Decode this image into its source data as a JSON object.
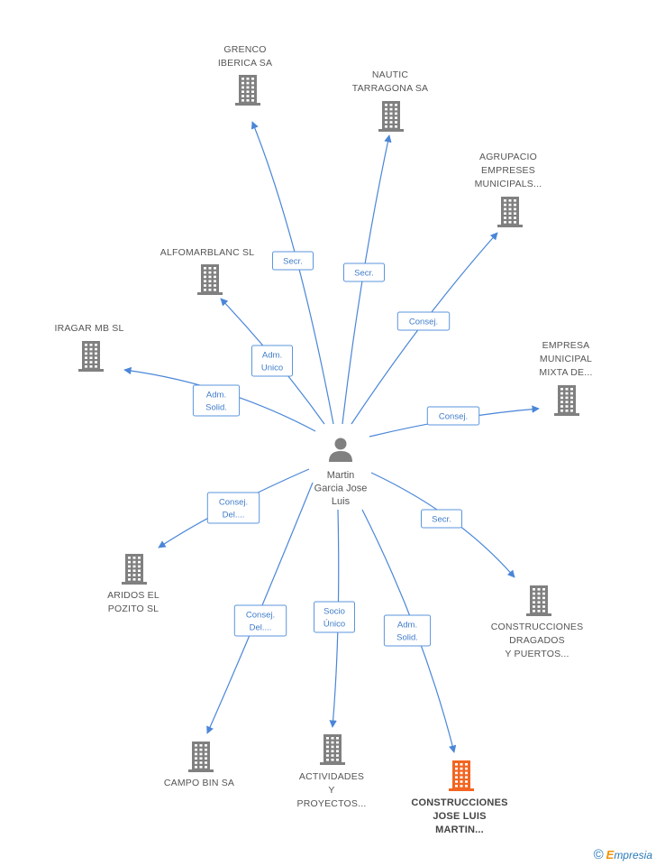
{
  "center": {
    "name_lines": [
      "Martin",
      "Garcia Jose",
      "Luis"
    ],
    "icon": "person-icon"
  },
  "nodes": [
    {
      "id": "grenco",
      "label_lines": [
        "GRENCO",
        "IBERICA SA"
      ],
      "icon": "building-icon",
      "highlight": false
    },
    {
      "id": "nautic",
      "label_lines": [
        "NAUTIC",
        "TARRAGONA SA"
      ],
      "icon": "building-icon",
      "highlight": false
    },
    {
      "id": "agrupacio",
      "label_lines": [
        "AGRUPACIO",
        "EMPRESES",
        "MUNICIPALS..."
      ],
      "icon": "building-icon",
      "highlight": false
    },
    {
      "id": "alfomarblanc",
      "label_lines": [
        "ALFOMARBLANC SL"
      ],
      "icon": "building-icon",
      "highlight": false
    },
    {
      "id": "iragar",
      "label_lines": [
        "IRAGAR MB SL"
      ],
      "icon": "building-icon",
      "highlight": false
    },
    {
      "id": "empresa",
      "label_lines": [
        "EMPRESA",
        "MUNICIPAL",
        "MIXTA DE..."
      ],
      "icon": "building-icon",
      "highlight": false
    },
    {
      "id": "aridos",
      "label_lines": [
        "ARIDOS EL",
        "POZITO SL"
      ],
      "icon": "building-icon",
      "highlight": false
    },
    {
      "id": "construcciones-dragados",
      "label_lines": [
        "CONSTRUCCIONES",
        "DRAGADOS",
        "Y PUERTOS..."
      ],
      "icon": "building-icon",
      "highlight": false
    },
    {
      "id": "campo",
      "label_lines": [
        "CAMPO BIN SA"
      ],
      "icon": "building-icon",
      "highlight": false
    },
    {
      "id": "actividades",
      "label_lines": [
        "ACTIVIDADES",
        "Y",
        "PROYECTOS..."
      ],
      "icon": "building-icon",
      "highlight": false
    },
    {
      "id": "construcciones-jose",
      "label_lines": [
        "CONSTRUCCIONES",
        "JOSE LUIS",
        "MARTIN..."
      ],
      "icon": "building-icon",
      "highlight": true
    }
  ],
  "edges": [
    {
      "to": "grenco",
      "label_lines": [
        "Secr."
      ]
    },
    {
      "to": "nautic",
      "label_lines": [
        "Secr."
      ]
    },
    {
      "to": "agrupacio",
      "label_lines": [
        "Consej."
      ]
    },
    {
      "to": "alfomarblanc",
      "label_lines": [
        "Adm.",
        "Unico"
      ]
    },
    {
      "to": "iragar",
      "label_lines": [
        "Adm.",
        "Solid."
      ]
    },
    {
      "to": "empresa",
      "label_lines": [
        "Consej."
      ]
    },
    {
      "to": "aridos",
      "label_lines": [
        "Consej.",
        "Del...."
      ]
    },
    {
      "to": "construcciones-dragados",
      "label_lines": [
        "Secr."
      ]
    },
    {
      "to": "campo",
      "label_lines": [
        "Consej.",
        "Del...."
      ]
    },
    {
      "to": "actividades",
      "label_lines": [
        "Socio",
        "Único"
      ]
    },
    {
      "to": "construcciones-jose",
      "label_lines": [
        "Adm.",
        "Solid."
      ]
    }
  ],
  "colors": {
    "edge": "#4a86d8",
    "building": "#808080",
    "highlight": "#f26522",
    "person": "#808080"
  },
  "footer": {
    "copyright": "©",
    "brand_initial": "E",
    "brand_rest": "mpresia"
  }
}
